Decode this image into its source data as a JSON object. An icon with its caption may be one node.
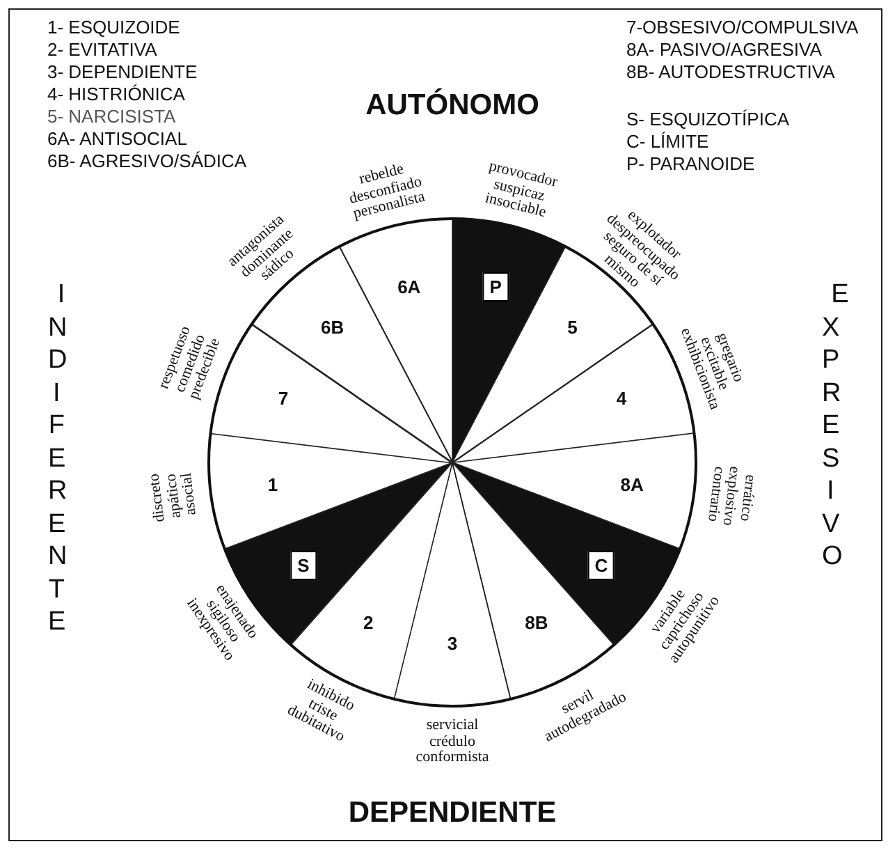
{
  "diagram": {
    "nodes": [
      {
        "text": [
          "6A"
        ],
        "beside": [
          "rebelde desconfiado personalista"
        ]
      },
      {
        "text": [
          "P"
        ],
        "beside": [
          "provocador suspicaz insociable"
        ]
      },
      {
        "text": [
          "5"
        ],
        "beside": [
          "explotador despreocupado seguro de sí mismo"
        ]
      },
      {
        "text": [
          "4"
        ],
        "beside": [
          "gregario excitable exhibicionista"
        ]
      },
      {
        "text": [
          "8A"
        ],
        "beside": [
          "errático explosivo contrario"
        ]
      },
      {
        "text": [
          "C"
        ],
        "beside": [
          "variable caprichoso autopunitivo"
        ]
      },
      {
        "text": [
          "8B"
        ],
        "beside": [
          "servil autodegradado"
        ]
      },
      {
        "text": [
          "3"
        ],
        "beside": [
          "servicial crédulo conformista"
        ]
      },
      {
        "text": [
          "2"
        ],
        "beside": [
          "inhibido triste dubitativo"
        ]
      },
      {
        "text": [
          "S"
        ],
        "beside": [
          "enajenado sigiloso inexpresivo"
        ]
      },
      {
        "text": [
          "1"
        ],
        "beside": [
          "discreto apático asocial"
        ]
      },
      {
        "text": [
          "7"
        ],
        "beside": [
          "respetuoso comedido predecible"
        ]
      },
      {
        "text": [
          "6B"
        ],
        "beside": [
          "antagonista dominante sádico"
        ]
      }
    ],
    "labels": [
      "1- ESQUIZOIDE",
      "2- EVITATIVA",
      "3- DEPENDIENTE",
      "4- HISTRIÓNICA",
      "5- NARCISISTA",
      "6A- ANTISOCIAL",
      "6B- AGRESIVO/SÁDICA",
      "7-OBSESIVO/COMPULSIVA",
      "8A- PASIVO/AGRESIVA",
      "8B- AUTODESTRUCTIVA",
      "S- ESQUIZOTÍPICA",
      "C- LÍMITE",
      "P- PARANOIDE",
      "AUTÓNOMO",
      "INDIFERENTE",
      "EXPRESIVO",
      "DEPENDIENTE"
    ]
  }
}
